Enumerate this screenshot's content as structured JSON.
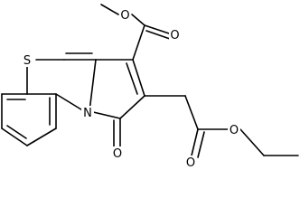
{
  "molecule": {
    "atoms": {
      "O1": "O",
      "O2": "O",
      "S": "S",
      "N": "N",
      "O3": "O",
      "O4": "O",
      "O5": "O"
    }
  }
}
